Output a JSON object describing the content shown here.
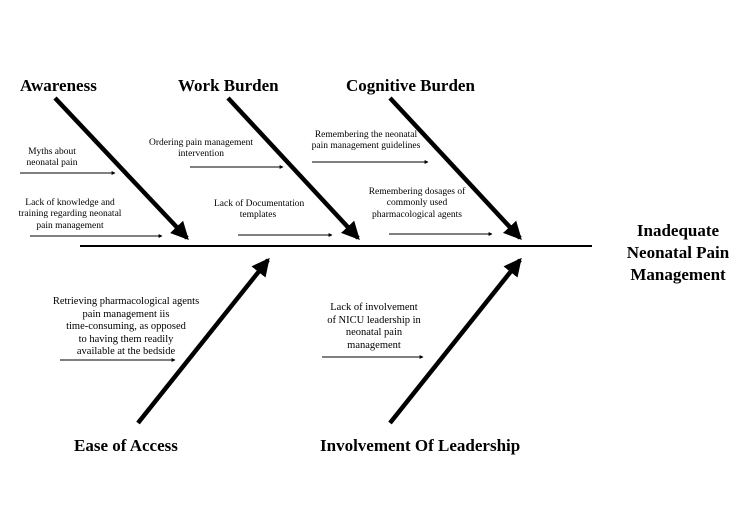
{
  "effect": {
    "line1": "Inadequate",
    "line2": "Neonatal Pain",
    "line3": "Management"
  },
  "categories": {
    "awareness": "Awareness",
    "work_burden": "Work Burden",
    "cognitive_burden": "Cognitive Burden",
    "ease_of_access": "Ease of Access",
    "involvement_of_leadership": "Involvement Of Leadership"
  },
  "causes": {
    "myths": [
      "Myths about",
      "neonatal pain"
    ],
    "lack_knowledge": [
      "Lack of  knowledge and",
      "training regarding neonatal",
      "pain management"
    ],
    "ordering": [
      "Ordering pain management",
      "intervention"
    ],
    "documentation": [
      "Lack of Documentation",
      "templates"
    ],
    "remembering_guidelines": [
      "Remembering the neonatal",
      "pain management guidelines"
    ],
    "remembering_dosages": [
      "Remembering dosages of",
      "commonly used",
      "pharmacological agents"
    ],
    "retrieving": [
      "Retrieving pharmacological agents",
      "pain management iis",
      "time-consuming, as opposed",
      "to having them readily",
      "available at the bedside"
    ],
    "leadership": [
      "Lack of involvement",
      "of NICU leadership in",
      "neonatal pain",
      "management"
    ]
  }
}
